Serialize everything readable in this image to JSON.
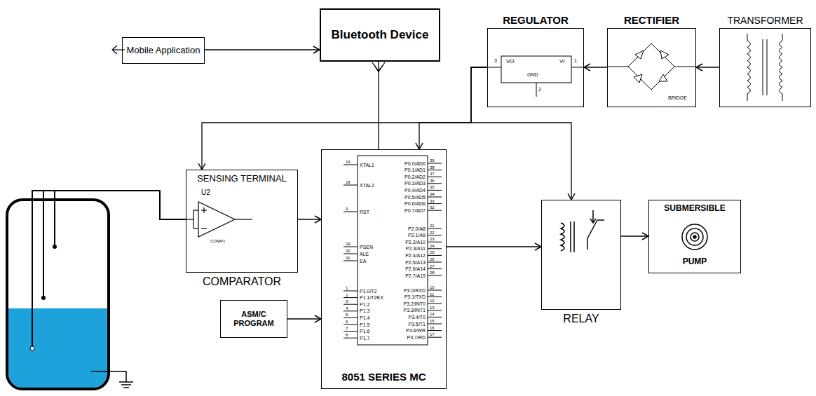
{
  "diagram": {
    "nodes": [
      {
        "text": [
          "Mobile Application"
        ]
      },
      {
        "text": [
          "Bluetooth Device"
        ]
      },
      {
        "text": [
          "REGULATOR"
        ]
      },
      {
        "text": [
          "RECTIFIER"
        ]
      },
      {
        "text": [
          "TRANSFORMER"
        ]
      },
      {
        "text": [
          "SENSING TERMINAL",
          "COMPARATOR"
        ]
      },
      {
        "text": [
          "8051 SERIES MC"
        ]
      },
      {
        "text": [
          "ASM/C PROGRAM"
        ]
      },
      {
        "text": [
          "RELAY"
        ]
      },
      {
        "text": [
          "SUBMERSIBLE",
          "PUMP"
        ]
      }
    ],
    "edges": [
      {
        "from": 0,
        "to": 1,
        "arrow": "to"
      },
      {
        "from": 1,
        "to": 6,
        "arrow": "none"
      },
      {
        "from": 4,
        "to": 3,
        "arrow": "to"
      },
      {
        "from": 3,
        "to": 2,
        "arrow": "to"
      },
      {
        "from": 2,
        "to": 6,
        "arrow": "to"
      },
      {
        "from": 2,
        "to": 5,
        "arrow": "to"
      },
      {
        "from": 2,
        "to": 8,
        "arrow": "to"
      },
      {
        "from": 5,
        "to": 6,
        "arrow": "to"
      },
      {
        "from": 7,
        "to": 6,
        "arrow": "to"
      },
      {
        "from": 6,
        "to": 8,
        "arrow": "to"
      },
      {
        "from": 8,
        "to": 9,
        "arrow": "to"
      }
    ],
    "labels": [
      "VO",
      "VI",
      "GND",
      "3",
      "1",
      "2",
      "BRIDGE",
      "U2",
      "COMP1",
      "19",
      "XTAL1",
      "18",
      "XTAL2",
      "9",
      "RST",
      "29",
      "PSEN",
      "30",
      "ALE",
      "31",
      "EA",
      "1",
      "P1.0/T2",
      "2",
      "P1.1/T2EX",
      "3",
      "P1.2",
      "4",
      "P1.3",
      "5",
      "P1.4",
      "6",
      "P1.5",
      "7",
      "P1.6",
      "8",
      "P1.7",
      "39",
      "P0.0/AD0",
      "38",
      "P0.1/AD1",
      "37",
      "P0.2/AD2",
      "36",
      "P0.3/AD3",
      "35",
      "P0.4/AD4",
      "34",
      "P0.5/AD5",
      "33",
      "P0.6/AD6",
      "32",
      "P0.7/AD7",
      "21",
      "P2.0/A8",
      "22",
      "P2.1/A9",
      "23",
      "P2.2/A10",
      "24",
      "P2.3/A11",
      "25",
      "P2.4/A12",
      "26",
      "P2.5/A13",
      "27",
      "P2.6/A14",
      "28",
      "P2.7/A15",
      "10",
      "P3.0/RXD",
      "11",
      "P3.1/TXD",
      "12",
      "P3.2/INT0",
      "13",
      "P3.3/INT1",
      "14",
      "P3.4/T0",
      "15",
      "P3.5/T1",
      "16",
      "P3.6/WR",
      "17",
      "P3.7/RD"
    ]
  }
}
